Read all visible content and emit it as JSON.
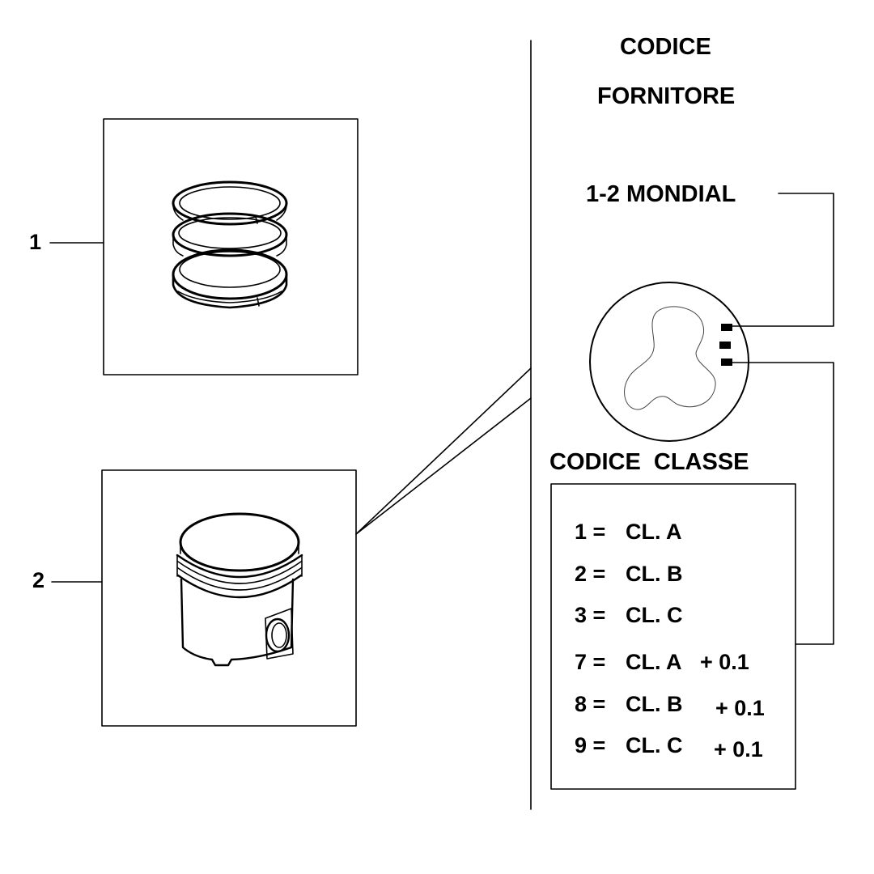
{
  "callouts": {
    "part_1": "1",
    "part_2": "2"
  },
  "supplier": {
    "heading_line1": "CODICE",
    "heading_line2": "FORNITORE",
    "label": "1-2 MONDIAL"
  },
  "class_code": {
    "heading": "CODICE  CLASSE",
    "rows": [
      {
        "code": "1 =",
        "class": "CL. A",
        "extra": ""
      },
      {
        "code": "2 =",
        "class": "CL. B",
        "extra": ""
      },
      {
        "code": "3 =",
        "class": "CL. C",
        "extra": ""
      },
      {
        "code": "7 =",
        "class": "CL. A",
        "extra": "+ 0.1"
      },
      {
        "code": "8 =",
        "class": "CL. B",
        "extra": "+ 0.1"
      },
      {
        "code": "9 =",
        "class": "CL. C",
        "extra": "+ 0.1"
      }
    ]
  },
  "icons": {
    "rings": "piston-rings-icon",
    "piston": "piston-icon",
    "crown": "piston-crown-icon"
  },
  "colors": {
    "ink": "#000000",
    "background": "#ffffff"
  }
}
